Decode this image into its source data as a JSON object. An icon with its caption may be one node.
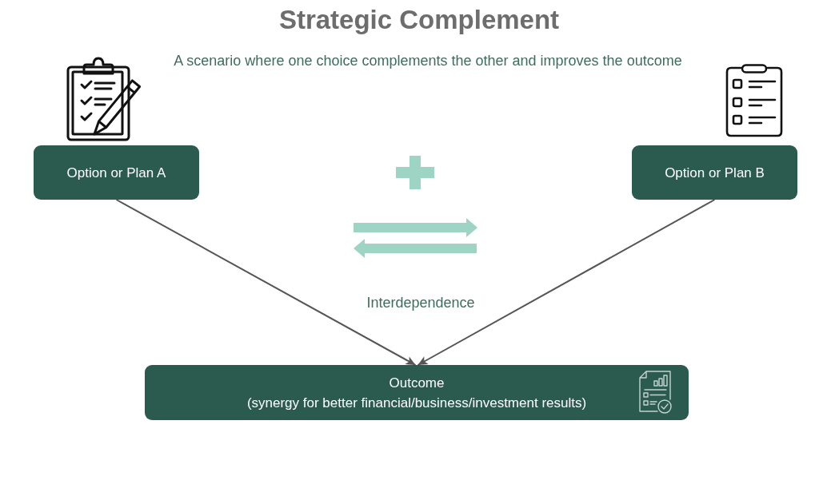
{
  "diagram": {
    "title": "Strategic Complement",
    "nodes": [
      {
        "text": [
          "Option or Plan A"
        ]
      },
      {
        "text": [
          "Option or Plan B"
        ]
      },
      {
        "text": [
          "Outcome",
          "(synergy for better financial/business/investment results)"
        ]
      }
    ],
    "edges": [
      {
        "from": 0,
        "to": 2,
        "arrow": "to"
      },
      {
        "from": 1,
        "to": 2,
        "arrow": "to"
      }
    ],
    "labels": [
      "A scenario where one choice complements the other and improves the outcome",
      "Interdependence"
    ]
  }
}
